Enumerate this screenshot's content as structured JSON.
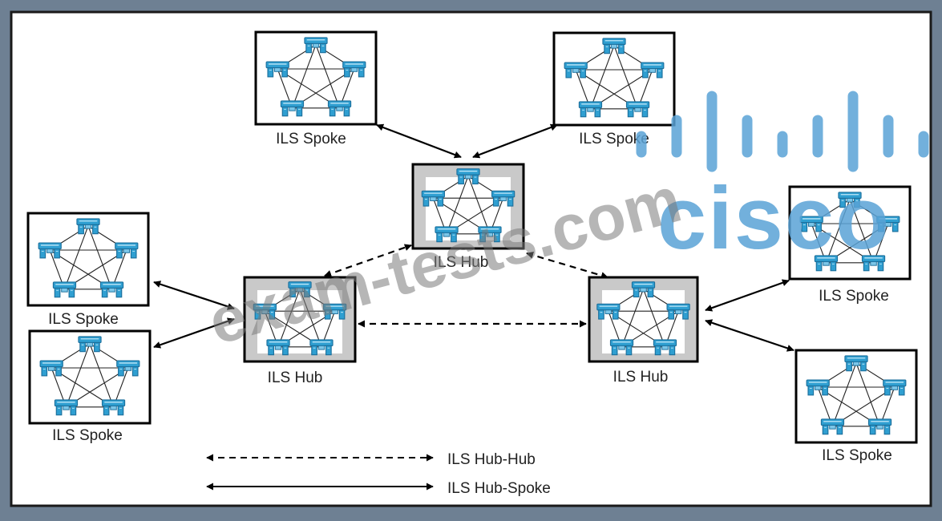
{
  "colors": {
    "frame": "#6e8093",
    "panel": "#ffffff",
    "box_border": "#000000",
    "hub_fill": "#c9c9c9",
    "switch": "#2f9fd1",
    "switch_dark": "#1b6f9c",
    "cisco_logo": "#5aa3d6",
    "watermark": "#7a7a7a"
  },
  "nodes": {
    "spoke_top_left": {
      "label": "ILS Spoke",
      "role": "spoke"
    },
    "spoke_top_right": {
      "label": "ILS Spoke",
      "role": "spoke"
    },
    "hub_center": {
      "label": "ILS Hub",
      "role": "hub"
    },
    "spoke_left_1": {
      "label": "ILS Spoke",
      "role": "spoke"
    },
    "spoke_left_2": {
      "label": "ILS Spoke",
      "role": "spoke"
    },
    "hub_left": {
      "label": "ILS Hub",
      "role": "hub"
    },
    "hub_right": {
      "label": "ILS Hub",
      "role": "hub"
    },
    "spoke_right_1": {
      "label": "ILS Spoke",
      "role": "spoke"
    },
    "spoke_right_2": {
      "label": "ILS Spoke",
      "role": "spoke"
    }
  },
  "links": [
    {
      "from": "hub_center",
      "to": "spoke_top_left",
      "type": "hub-spoke"
    },
    {
      "from": "hub_center",
      "to": "spoke_top_right",
      "type": "hub-spoke"
    },
    {
      "from": "hub_left",
      "to": "spoke_left_1",
      "type": "hub-spoke"
    },
    {
      "from": "hub_left",
      "to": "spoke_left_2",
      "type": "hub-spoke"
    },
    {
      "from": "hub_right",
      "to": "spoke_right_1",
      "type": "hub-spoke"
    },
    {
      "from": "hub_right",
      "to": "spoke_right_2",
      "type": "hub-spoke"
    },
    {
      "from": "hub_left",
      "to": "hub_center",
      "type": "hub-hub"
    },
    {
      "from": "hub_center",
      "to": "hub_right",
      "type": "hub-hub"
    },
    {
      "from": "hub_left",
      "to": "hub_right",
      "type": "hub-hub"
    }
  ],
  "legend": {
    "hub_hub": "ILS Hub-Hub",
    "hub_spoke": "ILS Hub-Spoke"
  },
  "watermark": {
    "text": "exam-tests.com",
    "logo_text": "cisco",
    "logo_icon": "cisco-bars-icon"
  }
}
